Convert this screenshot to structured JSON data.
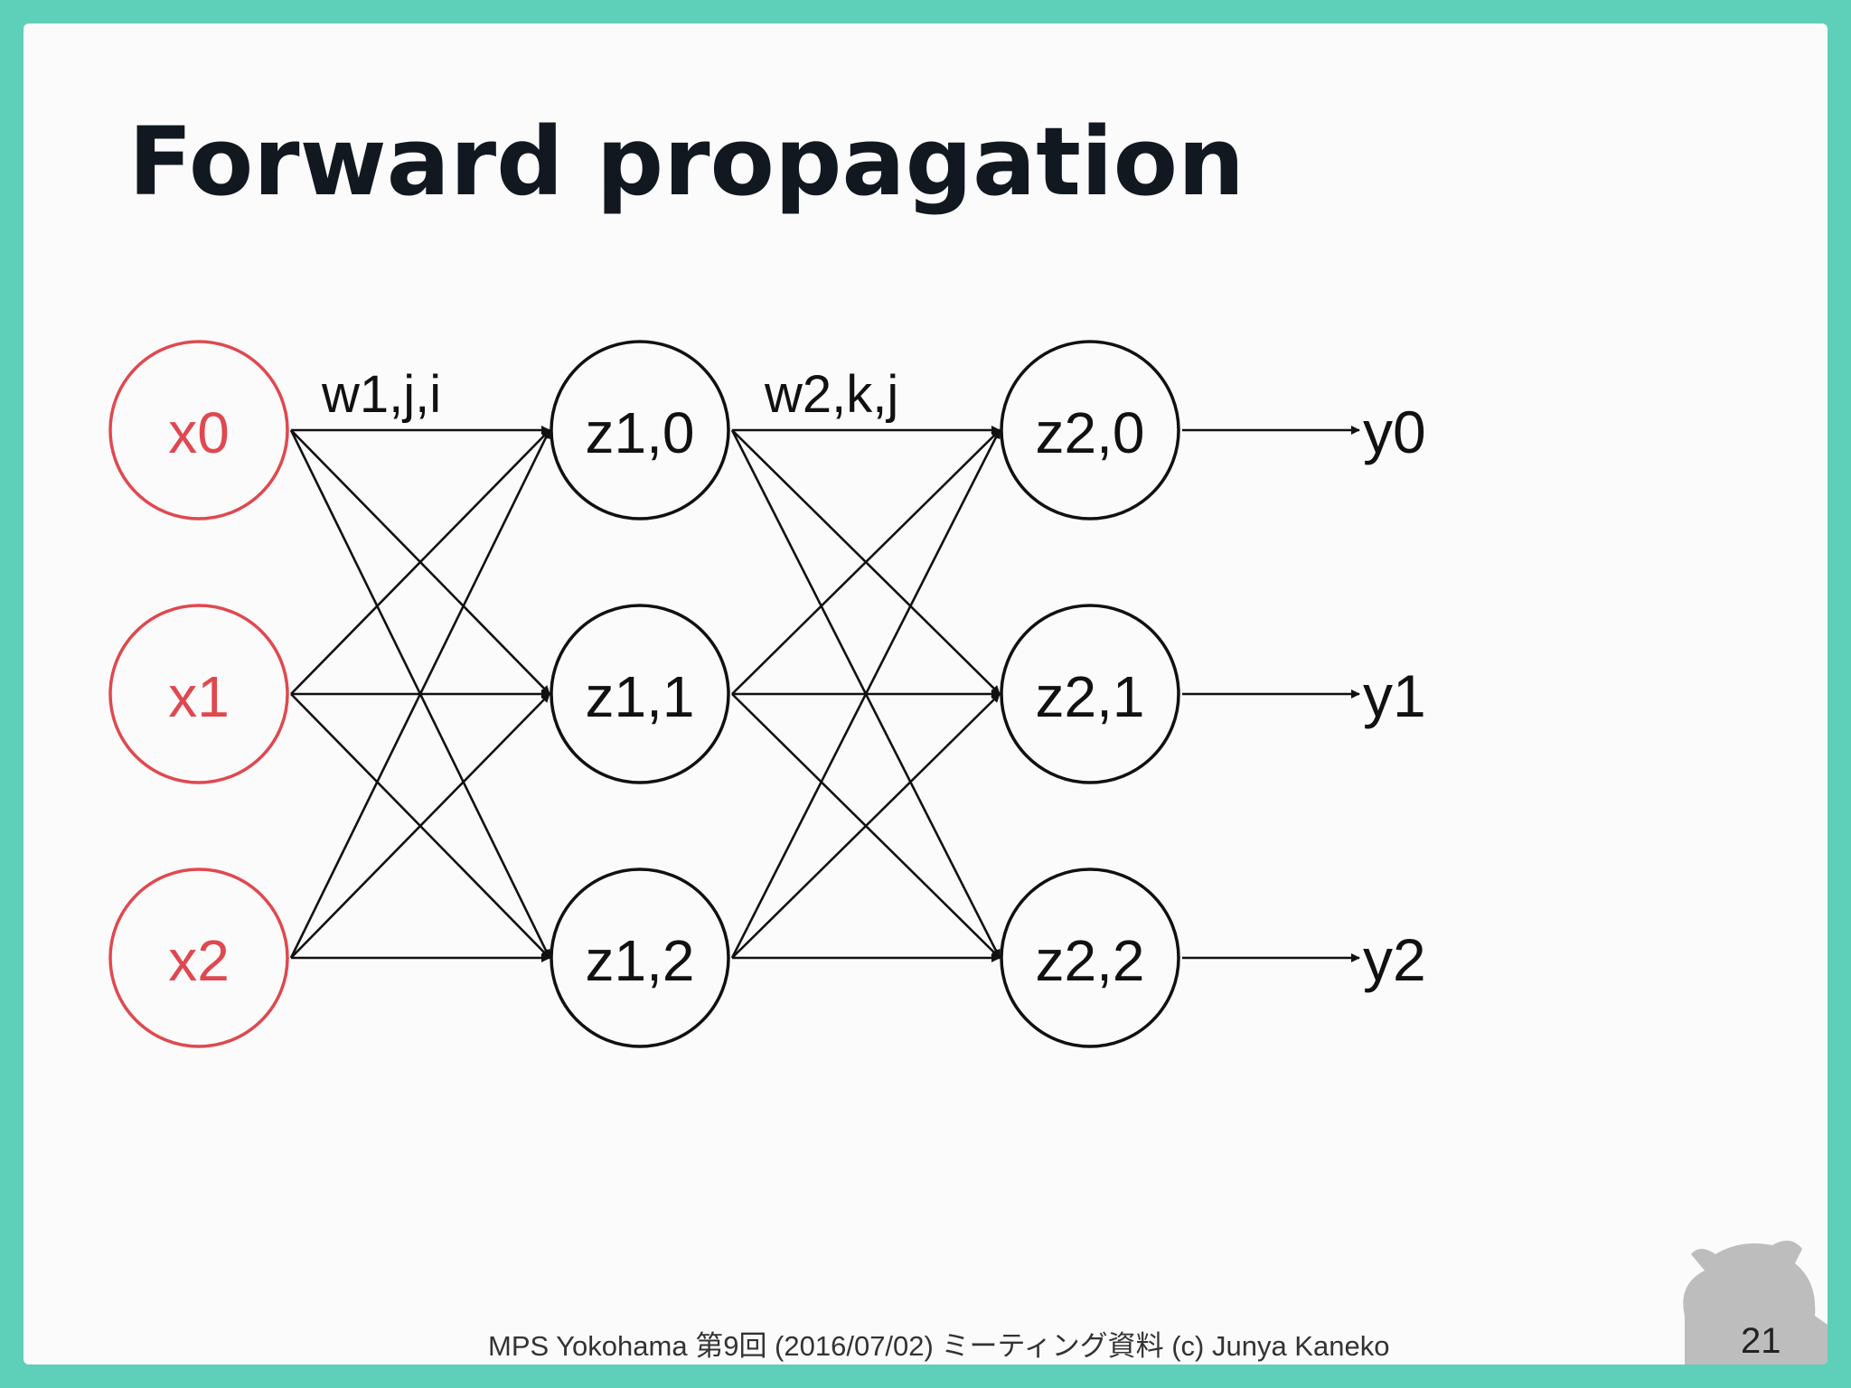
{
  "slide": {
    "title": "Forward propagation",
    "footer": "MPS Yokohama 第9回 (2016/07/02) ミーティング資料 (c) Junya Kaneko",
    "page_number": "21"
  },
  "network": {
    "input_layer": [
      "x0",
      "x1",
      "x2"
    ],
    "hidden_layer": [
      "z1,0",
      "z1,1",
      "z1,2"
    ],
    "second_layer": [
      "z2,0",
      "z2,1",
      "z2,2"
    ],
    "outputs": [
      "y0",
      "y1",
      "y2"
    ],
    "weight_label_1": "w1,j,i",
    "weight_label_2": "w2,k,j"
  },
  "colors": {
    "input_node": "#e0484f",
    "node": "#111111",
    "frame": "#5ecfb8"
  }
}
